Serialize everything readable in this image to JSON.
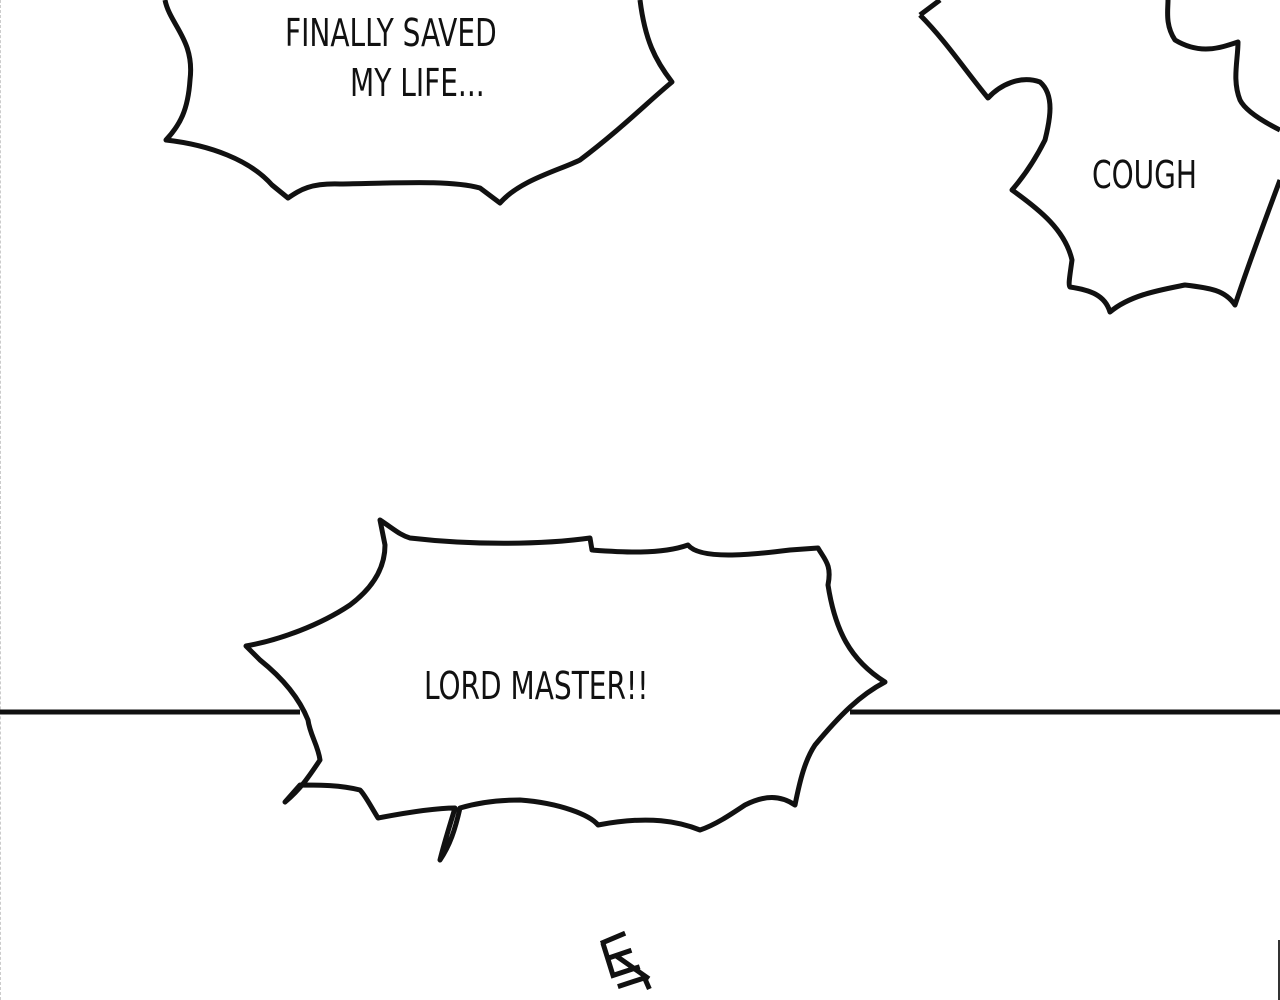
{
  "panel": {
    "bubbles": [
      {
        "line1": "FINALLY SAVED",
        "line2": "MY LIFE..."
      },
      {
        "line1": "COUGH"
      },
      {
        "line1": "LORD MASTER!!"
      }
    ]
  },
  "colors": {
    "ink": "#111111",
    "paper": "#ffffff"
  }
}
